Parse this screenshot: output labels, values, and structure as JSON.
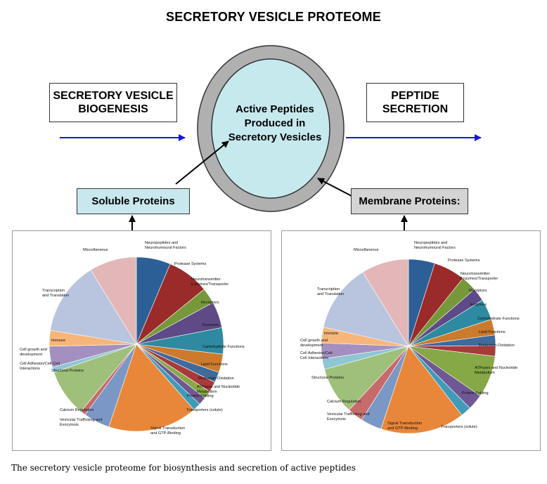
{
  "title": "SECRETORY VESICLE PROTEOME",
  "left_box": {
    "line1": "SECRETORY VESICLE",
    "line2": "BIOGENESIS"
  },
  "right_box": {
    "line1": "PEPTIDE",
    "line2": "SECRETION"
  },
  "center": {
    "line1": "Active Peptides",
    "line2": "Produced in",
    "line3": "Secretory Vesicles"
  },
  "soluble_label": "Soluble Proteins",
  "membrane_label": "Membrane Proteins:",
  "caption": "The secretory vesicle proteome for biosynthesis and secretion of active peptides",
  "colors": {
    "arrow_blue": "#1a1ad4",
    "ring_gray": "#b0b0b0",
    "inner_fill": "#c6e9ee",
    "soluble_box": "#c9e8ee",
    "membrane_box": "#d4d4d4"
  },
  "chart_data": [
    {
      "type": "pie",
      "name": "soluble",
      "categories": [
        "Neuropeptides and Neurohumoural Factors",
        "Protease Systems",
        "Neurotransmitter Enzymes/Transporter",
        "Receptors",
        "Enzymes",
        "Carbohydrate Functions",
        "Lipid Functions",
        "Reduction-Oxidation",
        "ATPases and Nucleotide Metabolism",
        "Protein Folding",
        "Transporters (solute)",
        "Signal Transduction and GTP-Binding",
        "Vesicular Trafficking and Exocytosis",
        "Calcium Regulation",
        "Structural Proteins",
        "Cell Adhesion/Cell-Cell Interactions",
        "Cell growth and development",
        "Immune",
        "Transcription and Translation",
        "Miscellaneous"
      ],
      "values": [
        6.5,
        8,
        3,
        5,
        5,
        3.5,
        2,
        2,
        1.5,
        1.5,
        1.5,
        17,
        5,
        1,
        9,
        1,
        4,
        3,
        14,
        9
      ],
      "colors": [
        "#2c5f95",
        "#9b2a2a",
        "#76983a",
        "#5e4a86",
        "#2e8aa0",
        "#cc7a2c",
        "#3e6a9c",
        "#a83a3a",
        "#86a846",
        "#6f5894",
        "#3f9cb8",
        "#e8873a",
        "#7b97c6",
        "#c66a6a",
        "#9ec07a",
        "#8fc6d4",
        "#a490c0",
        "#f6b67a",
        "#b9c4df",
        "#e3b7b7"
      ]
    },
    {
      "type": "pie",
      "name": "membrane",
      "categories": [
        "Neuropeptides and Neurohumoural Factors",
        "Protease Systems",
        "Neurotransmitter Enzymes/Transporter",
        "Receptors",
        "Enzymes",
        "Carbohydrate Functions",
        "Lipid Functions",
        "Reduction-Oxidation",
        "ATPases and Nucleotide Metabolism",
        "Protein Folding",
        "Transporters (solute)",
        "Signal Transduction and GTP-Binding",
        "Vesicular Trafficking and Exocytosis",
        "Calcium Regulation",
        "Structural Proteins",
        "Cell Adhesion/Cell-Cell Interactions",
        "Cell growth and development",
        "Immune",
        "Transcription and Translation",
        "Miscellaneous"
      ],
      "values": [
        5,
        6,
        3,
        2.5,
        4,
        3,
        2,
        2,
        8,
        3,
        2,
        16,
        4,
        3,
        9,
        2,
        3,
        3,
        13,
        9
      ],
      "colors": [
        "#2c5f95",
        "#9b2a2a",
        "#76983a",
        "#5e4a86",
        "#2e8aa0",
        "#cc7a2c",
        "#3e6a9c",
        "#a83a3a",
        "#86a846",
        "#6f5894",
        "#3f9cb8",
        "#e8873a",
        "#7b97c6",
        "#c66a6a",
        "#9ec07a",
        "#8fc6d4",
        "#a490c0",
        "#f6b67a",
        "#b9c4df",
        "#e3b7b7"
      ]
    }
  ],
  "pie_labels": {
    "soluble": [
      [
        "Neuropeptides and",
        "Neurohumoural Factors"
      ],
      [
        "Protease Systems"
      ],
      [
        "Neurotransmitter",
        "Enzymes/Transporter"
      ],
      [
        "Receptors"
      ],
      [
        "Enzymes"
      ],
      [
        "Carbohydrate Functions"
      ],
      [
        "Lipid Functions"
      ],
      [
        "Reduction-Oxidation"
      ],
      [
        "ATPases and Nucleotide",
        "Metabolism"
      ],
      [
        "Protein Folding"
      ],
      [
        "Transporters (solute)"
      ],
      [
        "Signal Transduction",
        "and GTP-Binding"
      ],
      [
        "Vesicular Trafficking and",
        "Exocytosis"
      ],
      [
        "Calcium Regulation"
      ],
      [
        "Structural Proteins"
      ],
      [
        "Cell Adhesion/Cell-Cell",
        "Interactions"
      ],
      [
        "Cell growth and",
        "development"
      ],
      [
        "Immune"
      ],
      [
        "Transcription",
        "and Translation"
      ],
      [
        "Miscellaneous"
      ]
    ],
    "membrane": [
      [
        "Neuropeptides and",
        "Neurohumoural Factors"
      ],
      [
        "Protease Systems"
      ],
      [
        "Neurotransmitter",
        "Enzymes/Transporter"
      ],
      [
        "Receptors"
      ],
      [
        "Enzymes"
      ],
      [
        "Carbohydrate Functions"
      ],
      [
        "Lipid Functions"
      ],
      [
        "Reduction-Oxidation"
      ],
      [
        "ATPases and Nucleotide",
        "Metabolism"
      ],
      [
        "Protein Folding"
      ],
      [
        "Transporters (solute)"
      ],
      [
        "Signal Transduction",
        "and GTP-Binding"
      ],
      [
        "Vesicular Trafficking and",
        "Exocytosis"
      ],
      [
        "Calcium Regulation"
      ],
      [
        "Structural Proteins"
      ],
      [
        "Cell Adhesion/Cell-",
        "Cell Interactions"
      ],
      [
        "Cell growth and",
        "development"
      ],
      [
        "Immune"
      ],
      [
        "Transcription",
        "and Translation"
      ],
      [
        "Miscellaneous"
      ]
    ]
  }
}
